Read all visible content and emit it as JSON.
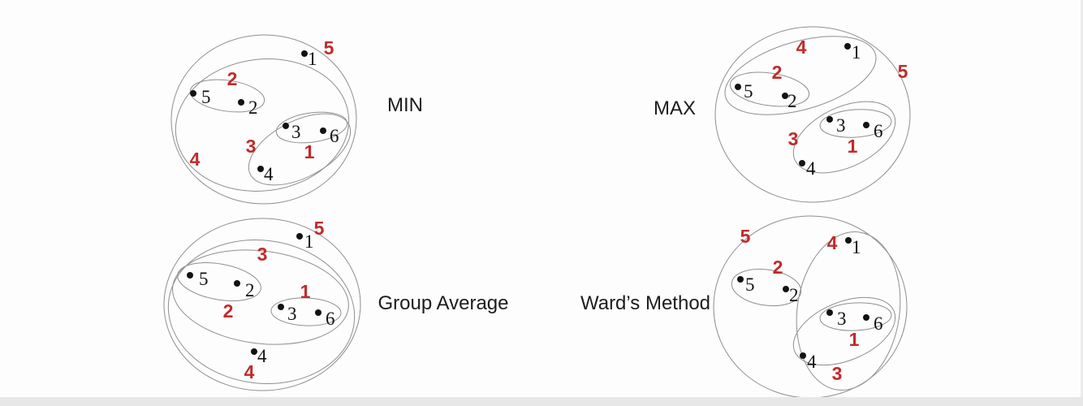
{
  "figure_type": "hierarchical-clustering-comparison",
  "colors": {
    "order_number_red": "#c02b2b",
    "point_black": "#121212",
    "ellipse_stroke": "#8f8f8f",
    "background": "#fdfdfd",
    "bottom_strip": "#e7e7e7"
  },
  "panels": [
    {
      "method": "MIN",
      "points": {
        "p1": "1",
        "p2": "2",
        "p3": "3",
        "p4": "4",
        "p5": "5",
        "p6": "6"
      },
      "order": {
        "o1": "1",
        "o2": "2",
        "o3": "3",
        "o4": "4",
        "o5": "5"
      },
      "clusters": {
        "1": [
          "3",
          "6"
        ],
        "2": [
          "2",
          "5"
        ],
        "3": [
          "3",
          "4",
          "6"
        ],
        "4": [
          "2",
          "3",
          "4",
          "5",
          "6"
        ],
        "5": [
          "1",
          "2",
          "3",
          "4",
          "5",
          "6"
        ]
      }
    },
    {
      "method": "MAX",
      "points": {
        "p1": "1",
        "p2": "2",
        "p3": "3",
        "p4": "4",
        "p5": "5",
        "p6": "6"
      },
      "order": {
        "o1": "1",
        "o2": "2",
        "o3": "3",
        "o4": "4",
        "o5": "5"
      },
      "clusters": {
        "1": [
          "3",
          "6"
        ],
        "2": [
          "2",
          "5"
        ],
        "3": [
          "3",
          "4",
          "6"
        ],
        "4": [
          "1",
          "2",
          "5"
        ],
        "5": [
          "1",
          "2",
          "3",
          "4",
          "5",
          "6"
        ]
      }
    },
    {
      "method": "Group Average",
      "points": {
        "p1": "1",
        "p2": "2",
        "p3": "3",
        "p4": "4",
        "p5": "5",
        "p6": "6"
      },
      "order": {
        "o1": "1",
        "o2": "2",
        "o3": "3",
        "o4": "4",
        "o5": "5"
      },
      "clusters": {
        "1": [
          "3",
          "6"
        ],
        "2": [
          "2",
          "5"
        ],
        "3": [
          "2",
          "3",
          "5",
          "6"
        ],
        "4": [
          "2",
          "3",
          "4",
          "5",
          "6"
        ],
        "5": [
          "1",
          "2",
          "3",
          "4",
          "5",
          "6"
        ]
      }
    },
    {
      "method": "Ward’s Method",
      "points": {
        "p1": "1",
        "p2": "2",
        "p3": "3",
        "p4": "4",
        "p5": "5",
        "p6": "6"
      },
      "order": {
        "o1": "1",
        "o2": "2",
        "o3": "3",
        "o4": "4",
        "o5": "5"
      },
      "clusters": {
        "1": [
          "3",
          "6"
        ],
        "2": [
          "2",
          "5"
        ],
        "3": [
          "3",
          "4",
          "6"
        ],
        "4": [
          "1",
          "3",
          "4",
          "6"
        ],
        "5": [
          "1",
          "2",
          "3",
          "4",
          "5",
          "6"
        ]
      }
    }
  ]
}
